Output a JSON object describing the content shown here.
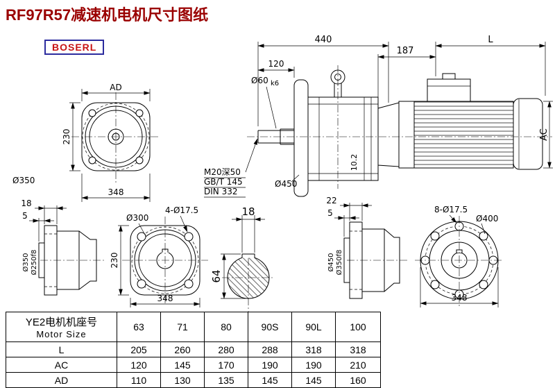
{
  "header": {
    "title": "RF97R57减速机电机尺寸图纸",
    "logo": "BOSERL"
  },
  "colors": {
    "title_red": "#9a0000",
    "logo_text": "#c81414",
    "logo_border": "#2b2b9e",
    "line": "#000000"
  },
  "front_view": {
    "dim_ad": "AD",
    "dim_height": "230",
    "dim_width": "348",
    "label_od": "Ø350"
  },
  "side_view": {
    "dim_gearbox": "440",
    "dim_adapter": "187",
    "dim_motor": "L",
    "dim_shaft": "120",
    "shaft_dia": "Ø60",
    "shaft_tol": "k6",
    "note_line1": "M20深50",
    "note_line2": "GB/T 145",
    "note_line3": "DIN 332",
    "label_flange": "Ø450",
    "dim_key": "10.2",
    "dim_ac": "AC"
  },
  "small_flange_profile": {
    "dim_thickness": "18",
    "dim_spigot": "5",
    "label_od": "Ø350",
    "label_spigot": "Ø250f8"
  },
  "small_flange_front": {
    "label_holes": "4-Ø17.5",
    "label_bolt_circle": "Ø300",
    "dim_height": "230",
    "dim_width": "348"
  },
  "shaft_section": {
    "dim_key_width": "18",
    "dim_across": "64"
  },
  "big_flange_profile": {
    "dim_thickness": "22",
    "dim_spigot": "5",
    "label_od": "Ø450",
    "label_spigot": "Ø350f8"
  },
  "big_flange_front": {
    "label_holes": "8-Ø17.5",
    "label_bolt_circle": "Ø400",
    "dim_width": "348"
  },
  "table": {
    "row_label_cn": "YE2电机机座号",
    "row_label_en": "Motor Size",
    "sizes": [
      "63",
      "71",
      "80",
      "90S",
      "90L",
      "100"
    ],
    "rows": [
      {
        "label": "L",
        "values": [
          "205",
          "260",
          "280",
          "288",
          "318",
          "318"
        ]
      },
      {
        "label": "AC",
        "values": [
          "120",
          "145",
          "170",
          "190",
          "190",
          "210"
        ]
      },
      {
        "label": "AD",
        "values": [
          "110",
          "130",
          "135",
          "145",
          "145",
          "160"
        ]
      }
    ]
  }
}
